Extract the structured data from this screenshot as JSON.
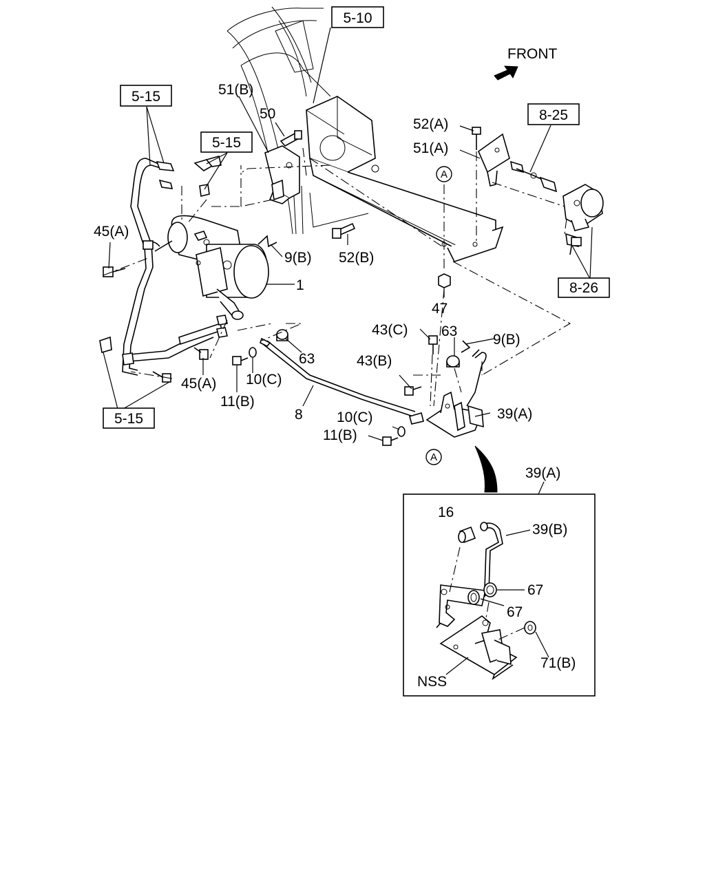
{
  "direction": {
    "label": "FRONT",
    "icon": "front-arrow-icon"
  },
  "reference_boxes": {
    "ref_5_10": "5-10",
    "ref_5_15_top": "5-15",
    "ref_5_15_mid": "5-15",
    "ref_5_15_bottom": "5-15",
    "ref_8_25": "8-25",
    "ref_8_26": "8-26"
  },
  "part_labels": {
    "p51b": "51(B)",
    "p50": "50",
    "p52a": "52(A)",
    "p51a": "51(A)",
    "p45a_top": "45(A)",
    "p9b_left": "9(B)",
    "p52b": "52(B)",
    "p1": "1",
    "p47": "47",
    "p43c": "43(C)",
    "p63_right": "63",
    "p9b_right": "9(B)",
    "p63_left": "63",
    "p43b": "43(B)",
    "p45a_bottom": "45(A)",
    "p10c_left": "10(C)",
    "p11b_left": "11(B)",
    "p8": "8",
    "p39a": "39(A)",
    "p10c_right": "10(C)",
    "p11b_right": "11(B)"
  },
  "markers": {
    "a_top": "A",
    "a_bottom": "A"
  },
  "detail": {
    "title": "39(A)",
    "labels": {
      "d16": "16",
      "d39b": "39(B)",
      "d67_upper": "67",
      "d67_lower": "67",
      "d71b": "71(B)",
      "dnss": "NSS"
    }
  }
}
